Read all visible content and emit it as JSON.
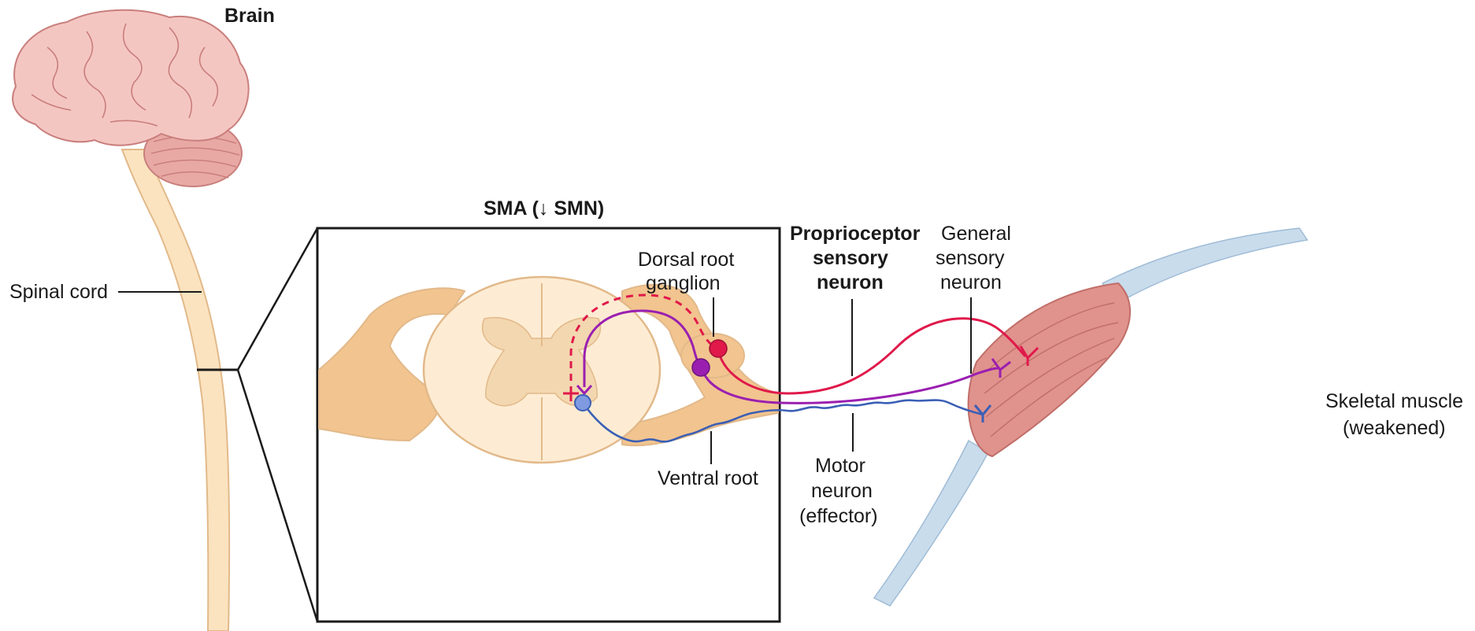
{
  "labels": {
    "brain": "Brain",
    "spinal_cord": "Spinal cord",
    "sma_title": "SMA (↓ SMN)",
    "dorsal_root_ganglion_1": "Dorsal root",
    "dorsal_root_ganglion_2": "ganglion",
    "proprioceptor_1": "Proprioceptor",
    "proprioceptor_2": "sensory",
    "proprioceptor_3": "neuron",
    "general_sensory_1": "General",
    "general_sensory_2": "sensory",
    "general_sensory_3": "neuron",
    "skeletal_muscle_1": "Skeletal muscle",
    "skeletal_muscle_2": "(weakened)",
    "motor_neuron_1": "Motor",
    "motor_neuron_2": "neuron",
    "motor_neuron_3": "(effector)",
    "ventral_root": "Ventral root"
  },
  "colors": {
    "brain_fill": "#f4c6c2",
    "brain_stroke": "#c97f7c",
    "cerebellum_fill": "#e8a9a5",
    "spinal_cord_fill": "#fbe3bf",
    "spinal_cord_stroke": "#e2b98a",
    "nerve_fill": "#f2c48f",
    "cord_section_fill": "#fdecd3",
    "grey_matter_fill": "#f3d7b0",
    "proprioceptor_neuron": "#e0194a",
    "general_sensory_neuron": "#9a1fb0",
    "motor_neuron": "#3b5fb5",
    "muscle_fill": "#e0928c",
    "tendon_fill": "#c9dcec"
  }
}
